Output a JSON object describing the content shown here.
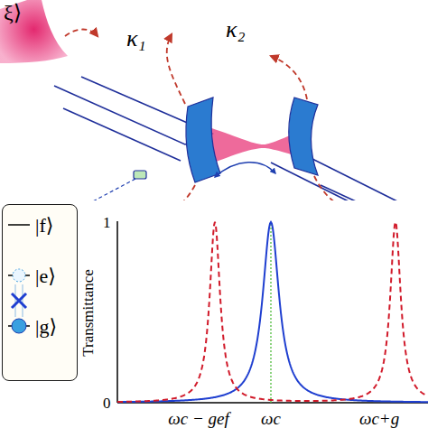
{
  "diagram": {
    "nodes": [
      {
        "text": [
          "|f⟩",
          "|e⟩",
          "|g⟩"
        ]
      }
    ],
    "labels": [
      "ξ⟩",
      "κ₁",
      "κ₂",
      "Transmittance",
      "1",
      "0",
      "ωc − gef",
      "ωc",
      "ωc+g"
    ]
  }
}
